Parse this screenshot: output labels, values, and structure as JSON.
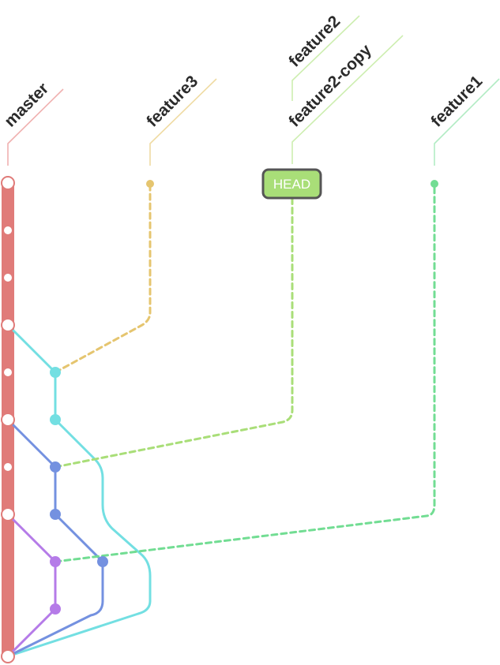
{
  "branches": {
    "master": "master",
    "feature3": "feature3",
    "feature2": "feature2",
    "feature2_copy": "feature2-copy",
    "feature1": "feature1"
  },
  "head": {
    "label": "HEAD"
  },
  "colors": {
    "master": "#e07b79",
    "master_leader": "#f0b1b0",
    "feature3": "#e5c56f",
    "feature3_leader": "#efdba3",
    "feature2": "#a9de78",
    "feature2_leader": "#cdeeb0",
    "feature1": "#72dd93",
    "feature1_leader": "#b2ecc4",
    "cyan": "#73dfe2",
    "blue": "#7491e0",
    "purple": "#b57be8",
    "head_fill": "#a9de78",
    "head_border": "#555555",
    "label_text": "#2b2b2b"
  }
}
